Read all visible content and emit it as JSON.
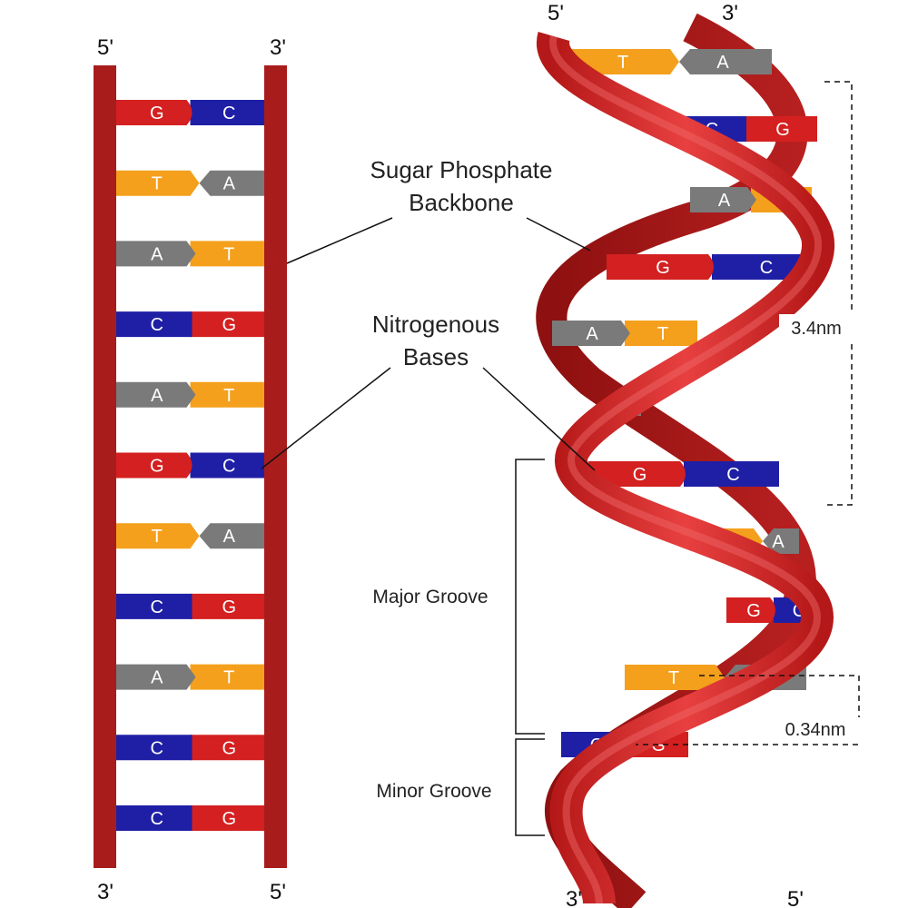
{
  "colors": {
    "backbone": "#a81c1c",
    "G": "#d42020",
    "C": "#1f1fa6",
    "T": "#f4a01c",
    "A": "#7a7a7a",
    "ribbon_light": "#e03434",
    "ribbon_dark": "#a81414"
  },
  "ladder": {
    "top_left": "5'",
    "top_right": "3'",
    "bottom_left": "3'",
    "bottom_right": "5'",
    "pairs": [
      [
        "G",
        "C"
      ],
      [
        "T",
        "A"
      ],
      [
        "A",
        "T"
      ],
      [
        "C",
        "G"
      ],
      [
        "A",
        "T"
      ],
      [
        "G",
        "C"
      ],
      [
        "T",
        "A"
      ],
      [
        "C",
        "G"
      ],
      [
        "A",
        "T"
      ],
      [
        "C",
        "G"
      ],
      [
        "C",
        "G"
      ]
    ]
  },
  "helix": {
    "top_left": "5'",
    "top_right": "3'",
    "bottom_left": "3'",
    "bottom_right": "5'",
    "pairs": [
      [
        "T",
        "A"
      ],
      [
        "C",
        "G"
      ],
      [
        "A",
        "T"
      ],
      [
        "G",
        "C"
      ],
      [
        "A",
        "T"
      ],
      [
        "",
        "A"
      ],
      [
        "G",
        "C"
      ],
      [
        "T",
        "A"
      ],
      [
        "G",
        "C"
      ],
      [
        "T",
        "A"
      ],
      [
        "C",
        "G"
      ]
    ]
  },
  "labels": {
    "backbone_1": "Sugar Phosphate",
    "backbone_2": "Backbone",
    "bases_1": "Nitrogenous",
    "bases_2": "Bases",
    "major_groove": "Major Groove",
    "minor_groove": "Minor Groove",
    "pitch": "3.4nm",
    "rise": "0.34nm"
  }
}
